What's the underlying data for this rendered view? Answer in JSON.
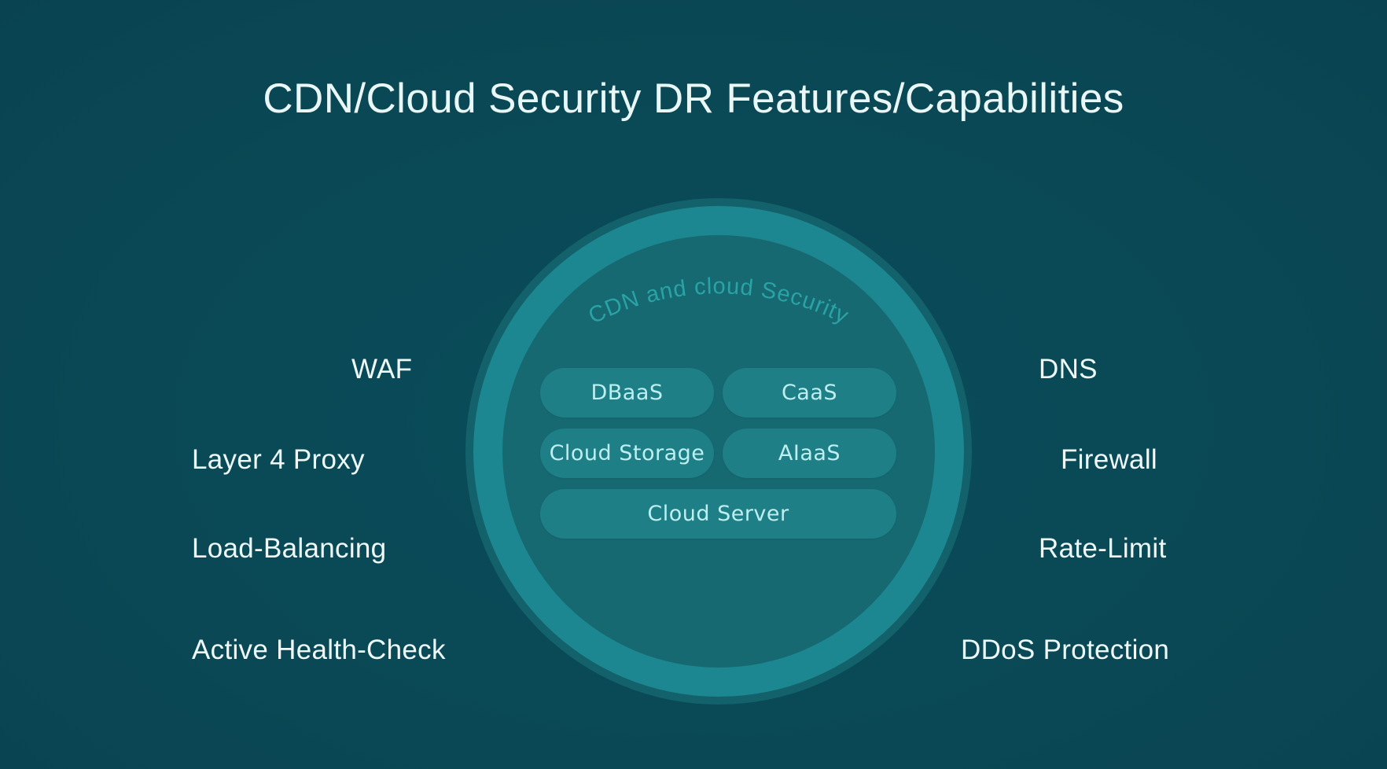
{
  "title": "CDN/Cloud Security DR Features/Capabilities",
  "circle": {
    "label": "CDN and cloud Security",
    "services": [
      {
        "label": "DBaaS"
      },
      {
        "label": "CaaS"
      },
      {
        "label": "Cloud Storage"
      },
      {
        "label": "AIaaS"
      },
      {
        "label": "Cloud Server"
      }
    ]
  },
  "features_left": [
    {
      "label": "WAF"
    },
    {
      "label": "Layer 4 Proxy"
    },
    {
      "label": "Load-Balancing"
    },
    {
      "label": "Active Health-Check"
    }
  ],
  "features_right": [
    {
      "label": "DNS"
    },
    {
      "label": "Firewall"
    },
    {
      "label": "Rate-Limit"
    },
    {
      "label": "DDoS Protection"
    }
  ],
  "colors": {
    "background": "#0a4856",
    "outer_ring": "#12616b",
    "bright_ring": "#1c8790",
    "inner_disk": "#166971",
    "pill": "#1e7f87",
    "pill_text": "#bdeff0",
    "arc_text": "#2aa3a6",
    "text": "#eef9f9"
  }
}
